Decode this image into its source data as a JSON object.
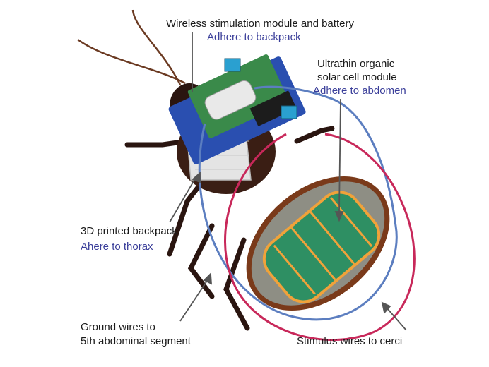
{
  "labels": {
    "wireless_module": "Wireless stimulation module and battery",
    "wireless_module_note": "Adhere to backpack",
    "solar_line1": "Ultrathin organic",
    "solar_line2": "solar cell module",
    "solar_note": "Adhere to abdomen",
    "backpack": "3D printed backpack",
    "backpack_note": "Ahere to thorax",
    "ground_line1": "Ground wires to",
    "ground_line2": "5th abdominal segment",
    "stimulus": "Stimulus wires to cerci"
  },
  "colors": {
    "label_text": "#1a1a1a",
    "note_text": "#3b3f9a",
    "ground_wire": "#5c7ec0",
    "stimulus_wire": "#c8285a",
    "solar_cell": "#2e8f63",
    "pcb": "#3a8a4a",
    "backpack": "#e4e4e4",
    "body": "#3a1e14"
  }
}
